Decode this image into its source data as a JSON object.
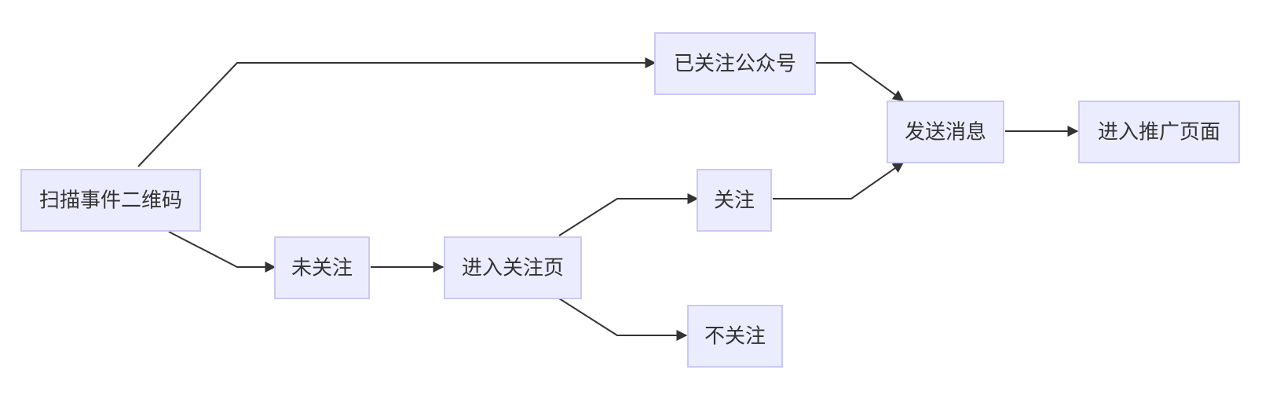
{
  "nodes": {
    "scan": "扫描事件二维码",
    "followed": "已关注公众号",
    "not_followed": "未关注",
    "enter_follow_page": "进入关注页",
    "follow": "关注",
    "no_follow": "不关注",
    "send_message": "发送消息",
    "enter_promo_page": "进入推广页面"
  },
  "edges": [
    {
      "from": "scan",
      "to": "followed"
    },
    {
      "from": "scan",
      "to": "not_followed"
    },
    {
      "from": "not_followed",
      "to": "enter_follow_page"
    },
    {
      "from": "enter_follow_page",
      "to": "follow"
    },
    {
      "from": "enter_follow_page",
      "to": "no_follow"
    },
    {
      "from": "followed",
      "to": "send_message"
    },
    {
      "from": "follow",
      "to": "send_message"
    },
    {
      "from": "send_message",
      "to": "enter_promo_page"
    }
  ],
  "colors": {
    "node_fill": "#ECECFF",
    "node_stroke": "#C9C9F5",
    "edge": "#333333",
    "text": "#333333"
  }
}
